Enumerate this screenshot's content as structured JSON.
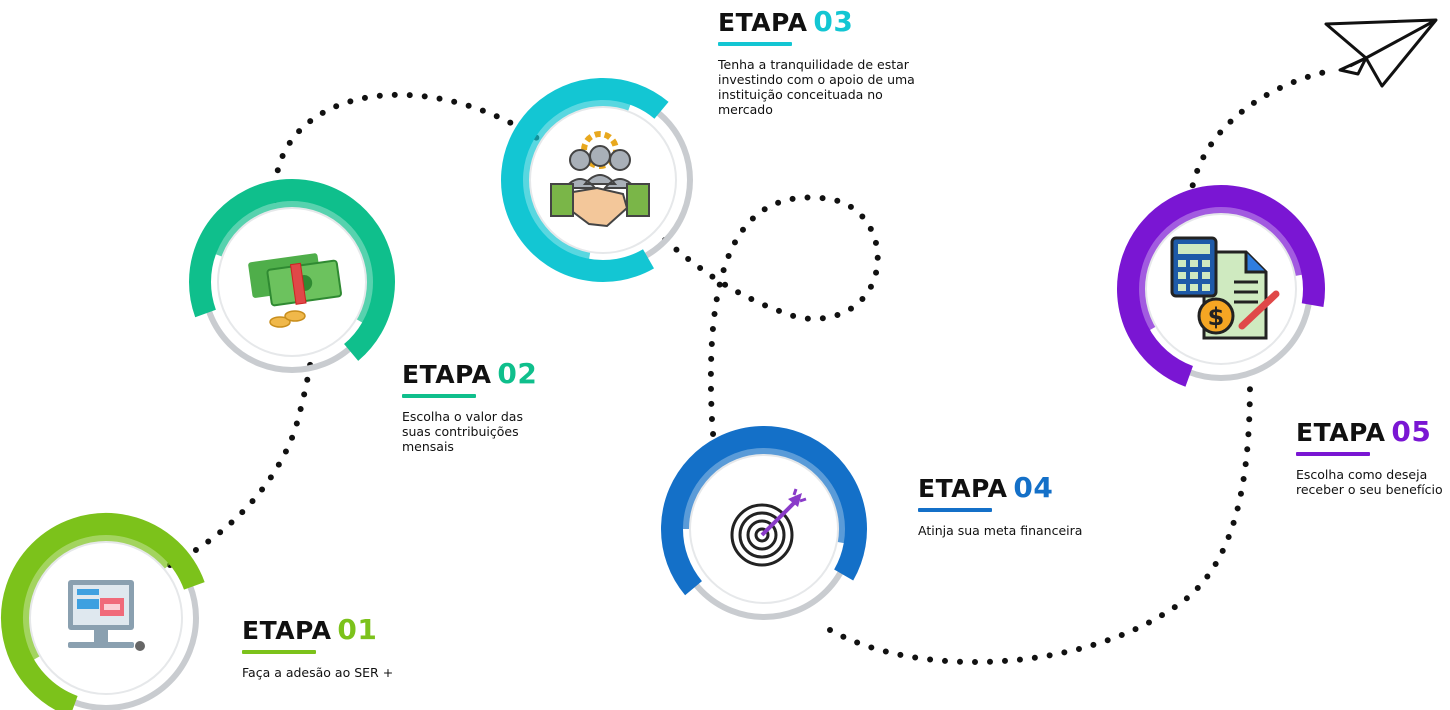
{
  "colors": {
    "step1": "#7cc21b",
    "step2": "#0fbf8c",
    "step3": "#13c6d3",
    "step4": "#1470c8",
    "step5": "#7a16d3",
    "path": "#111111"
  },
  "steps": [
    {
      "label": "ETAPA",
      "number": "01",
      "description": "Faça a adesão ao SER +",
      "icon": "computer-icon"
    },
    {
      "label": "ETAPA",
      "number": "02",
      "description": "Escolha o valor das suas contribuições mensais",
      "icon": "money-icon"
    },
    {
      "label": "ETAPA",
      "number": "03",
      "description": "Tenha a tranquilidade de estar investindo com o apoio de uma instituição conceituada no mercado",
      "icon": "handshake-team-icon"
    },
    {
      "label": "ETAPA",
      "number": "04",
      "description": "Atinja sua meta financeira",
      "icon": "target-icon"
    },
    {
      "label": "ETAPA",
      "number": "05",
      "description": "Escolha como deseja receber o seu benefício",
      "icon": "calculator-document-icon"
    }
  ],
  "end_icon": "paper-plane-icon"
}
